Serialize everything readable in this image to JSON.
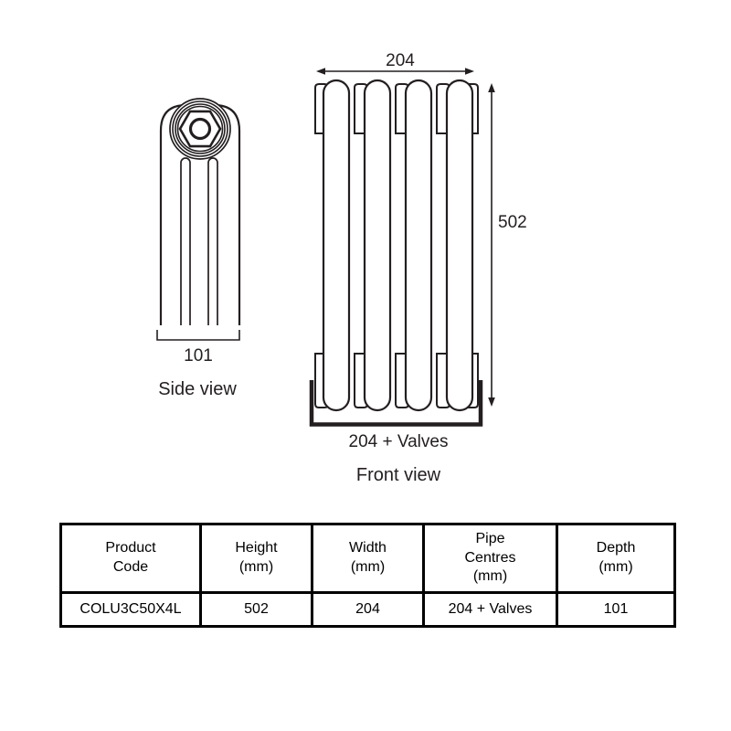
{
  "product_diagram": {
    "side_view": {
      "caption": "Side view",
      "depth_dimension": "101"
    },
    "front_view": {
      "caption": "Front view",
      "width_dimension": "204",
      "height_dimension": "502",
      "pipe_centres_dimension": "204 + Valves"
    }
  },
  "spec_table": {
    "headers": [
      "Product\nCode",
      "Height\n(mm)",
      "Width\n(mm)",
      "Pipe\nCentres\n(mm)",
      "Depth\n(mm)"
    ],
    "row": [
      "COLU3C50X4L",
      "502",
      "204",
      "204 + Valves",
      "101"
    ]
  },
  "colors": {
    "line": "#231f20",
    "table_border": "#000000",
    "background": "#ffffff"
  }
}
